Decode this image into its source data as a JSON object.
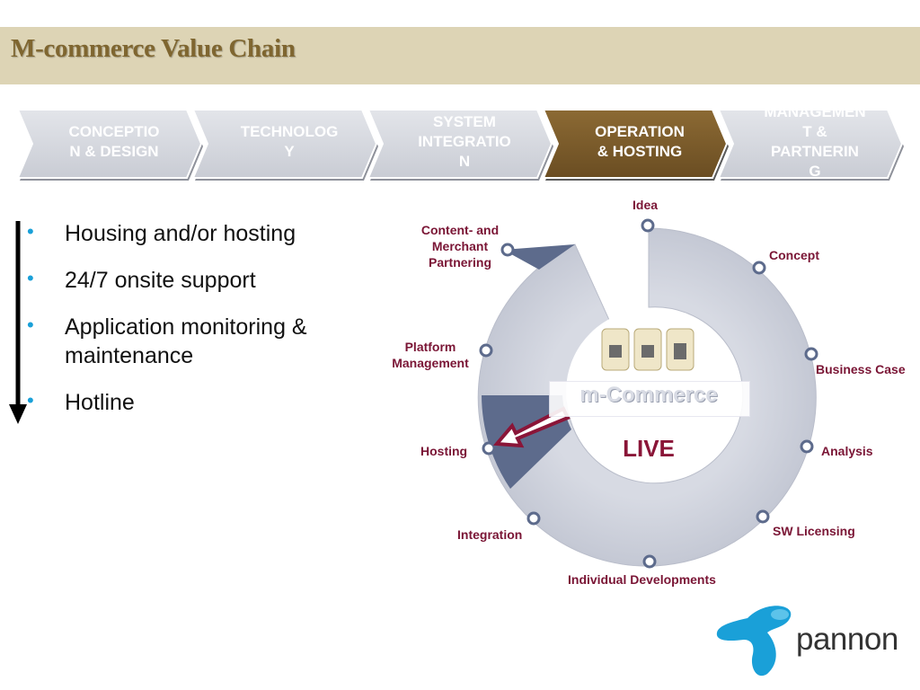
{
  "page": {
    "title": "M-commerce Value Chain"
  },
  "steps": [
    {
      "label": "CONCEPTIO\nN & DESIGN",
      "active": false
    },
    {
      "label": "TECHNOLOG\nY",
      "active": false
    },
    {
      "label": "SYSTEM\nINTEGRATIO\nN",
      "active": false
    },
    {
      "label": "OPERATION\n& HOSTING",
      "active": true
    },
    {
      "label": "MANAGEMEN\nT &\nPARTNERIN\nG",
      "active": false
    }
  ],
  "bullets": [
    "Housing and/or hosting",
    "24/7 onsite support",
    "Application monitoring & maintenance",
    "Hotline"
  ],
  "diagram": {
    "labels": {
      "idea": "Idea",
      "concept": "Concept",
      "business_case": "Business Case",
      "analysis": "Analysis",
      "sw_licensing": "SW Licensing",
      "individual_developments": "Individual Developments",
      "integration": "Integration",
      "hosting": "Hosting",
      "platform_management": "Platform Management",
      "content_merchant": "Content- and Merchant Partnering"
    },
    "center_title": "m-Commerce",
    "status": "LIVE"
  },
  "brand": {
    "name": "pannon"
  },
  "colors": {
    "title_bar": "#ddd4b5",
    "title_text": "#7f6630",
    "chevron_inactive": "#d6d8df",
    "chevron_active": "#7a5a2a",
    "ring": "#cdd0dc",
    "ring_highlight": "#5d6b8c",
    "label_text": "#7a1535",
    "bullet_dot": "#1aa0d8",
    "logo_blue": "#1aa0d8"
  }
}
